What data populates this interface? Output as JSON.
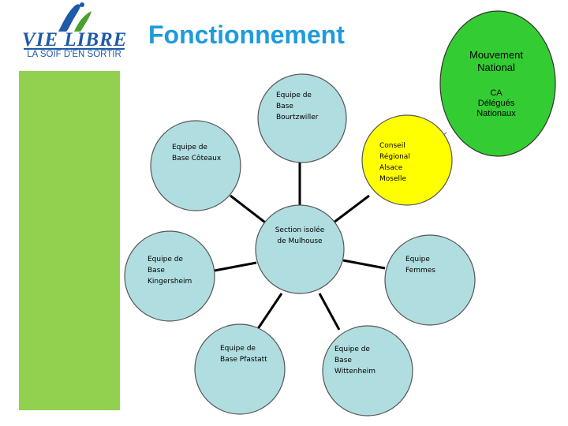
{
  "logo": {
    "title": "VIE LIBRE",
    "subtitle": "LA SOIF D'EN SORTIR"
  },
  "title": "Fonctionnement",
  "colors": {
    "title": "#1f9bdc",
    "sidebar": "#92d050",
    "team_circle": "#b0dde0",
    "regional_circle": "#ffff00",
    "national_circle": "#33cc33"
  },
  "nodes": {
    "center": "Section isolée\nde Mulhouse",
    "bourtzwiller": "Equipe de\nBase\nBourtzwiller",
    "coteaux": "Equipe de\nBase Côteaux",
    "kingersheim": "Equipe de\nBase\nKingersheim",
    "pfastatt": "Equipe de\nBase Pfastatt",
    "wittenheim": "Equipe de\nBase\nWittenheim",
    "femmes": "Equipe\nFemmes",
    "regional": "Conseil\nRégional\nAlsace\nMoselle"
  },
  "national": {
    "line1": "Mouvement\nNational",
    "line2": "CA\nDélégués\nNationaux"
  }
}
